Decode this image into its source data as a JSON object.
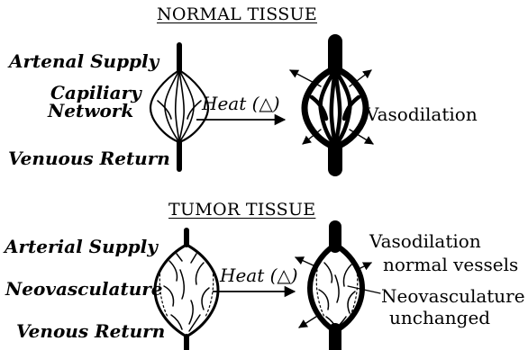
{
  "normal": {
    "title": "NORMAL TISSUE",
    "arterial_label": "Artenal Supply",
    "capillary_label_line1": "Capiliary",
    "capillary_label_line2": "Network",
    "venous_label": "Venuous Return",
    "heat_label": "Heat (△)",
    "result_label": "Vasodilation"
  },
  "tumor": {
    "title": "TUMOR TISSUE",
    "arterial_label": "Arterial Supply",
    "neovasculature_label": "Neovasculature",
    "venous_label": "Venous Return",
    "heat_label": "Heat (△)",
    "result_line1": "Vasodilation",
    "result_line2": "normal vessels",
    "result_line3": "Neovasculature",
    "result_line4": "unchanged"
  },
  "colors": {
    "ink": "#000000",
    "background": "#ffffff"
  }
}
